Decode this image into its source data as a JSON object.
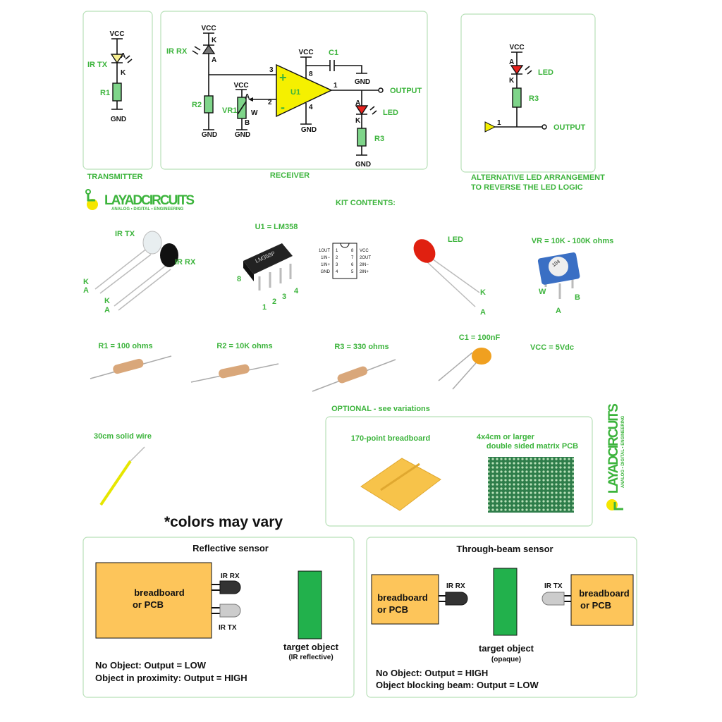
{
  "colors": {
    "label_green": "#3cb43c",
    "opamp_yellow": "#f5f000",
    "led_red": "#e8201c",
    "board_orange": "#fdc55a",
    "target_green": "#22b14c"
  },
  "transmitter": {
    "title": "TRANSMITTER",
    "vcc": "VCC",
    "diode": "IR TX",
    "a": "A",
    "k": "K",
    "resistor": "R1",
    "gnd": "GND"
  },
  "receiver": {
    "title": "RECEIVER",
    "vcc1": "VCC",
    "k": "K",
    "diode": "IR RX",
    "a": "A",
    "r2": "R2",
    "gnd1": "GND",
    "vcc2": "VCC",
    "pot_a": "A",
    "pot": "VR1",
    "pot_w": "W",
    "pot_b": "B",
    "gnd2": "GND",
    "pin3": "3",
    "pin2": "2",
    "plus": "+",
    "minus": "-",
    "opamp": "U1",
    "vcc3": "VCC",
    "pin8": "8",
    "pin4": "4",
    "gnd3": "GND",
    "cap": "C1",
    "gnd4": "GND",
    "pin1": "1",
    "output": "OUTPUT",
    "led_a": "A",
    "led_k": "K",
    "led": "LED",
    "r3": "R3",
    "gnd5": "GND"
  },
  "alternative": {
    "title_line1": "ALTERNATIVE LED ARRANGEMENT",
    "title_line2": "TO REVERSE THE LED LOGIC",
    "vcc": "VCC",
    "a": "A",
    "k": "K",
    "led": "LED",
    "r3": "R3",
    "pin1": "1",
    "output": "OUTPUT"
  },
  "logo": {
    "name": "LAYADCIRCUITS",
    "tagline": "ANALOG • DIGITAL • ENGINEERING"
  },
  "kit": {
    "title": "KIT CONTENTS:",
    "ir": {
      "tx": "IR TX",
      "rx": "IR RX",
      "k1": "K",
      "a1": "A",
      "k2": "K",
      "a2": "A"
    },
    "ic": {
      "label": "U1 = LM358",
      "chip_text": "LM358P",
      "pins": [
        "8",
        "1",
        "2",
        "3",
        "4"
      ],
      "pinout_left": [
        "1OUT",
        "1IN−",
        "1IN+",
        "GND"
      ],
      "pinout_left_nums": [
        "1",
        "2",
        "3",
        "4"
      ],
      "pinout_right": [
        "VCC",
        "2OUT",
        "2IN−",
        "2IN+"
      ],
      "pinout_right_nums": [
        "8",
        "7",
        "6",
        "5"
      ]
    },
    "led": {
      "label": "LED",
      "k": "K",
      "a": "A"
    },
    "pot": {
      "label": "VR = 10K - 100K ohms",
      "code": "104",
      "w": "W",
      "a": "A",
      "b": "B"
    },
    "r1": "R1 = 100 ohms",
    "r2": "R2 = 10K ohms",
    "r3": "R3 = 330 ohms",
    "c1": "C1 = 100nF",
    "vcc": "VCC = 5Vdc",
    "optional": "OPTIONAL - see variations",
    "breadboard": "170-point breadboard",
    "pcb_line1": "4x4cm or larger",
    "pcb_line2": "double sided matrix PCB",
    "wire": "30cm solid wire",
    "colors_note": "*colors may vary"
  },
  "reflective": {
    "title": "Reflective sensor",
    "board_line1": "breadboard",
    "board_line2": "or PCB",
    "rx": "IR RX",
    "tx": "IR TX",
    "target": "target object",
    "target_note": "(IR reflective)",
    "line1": "No Object: Output = LOW",
    "line2": "Object in proximity: Output = HIGH"
  },
  "throughbeam": {
    "title": "Through-beam sensor",
    "board_line1": "breadboard",
    "board_line2": "or PCB",
    "rx": "IR RX",
    "tx": "IR TX",
    "target": "target object",
    "target_note": "(opaque)",
    "board2_line1": "breadboard",
    "board2_line2": "or PCB",
    "line1": "No Object: Output = HIGH",
    "line2": "Object blocking beam: Output = LOW"
  }
}
